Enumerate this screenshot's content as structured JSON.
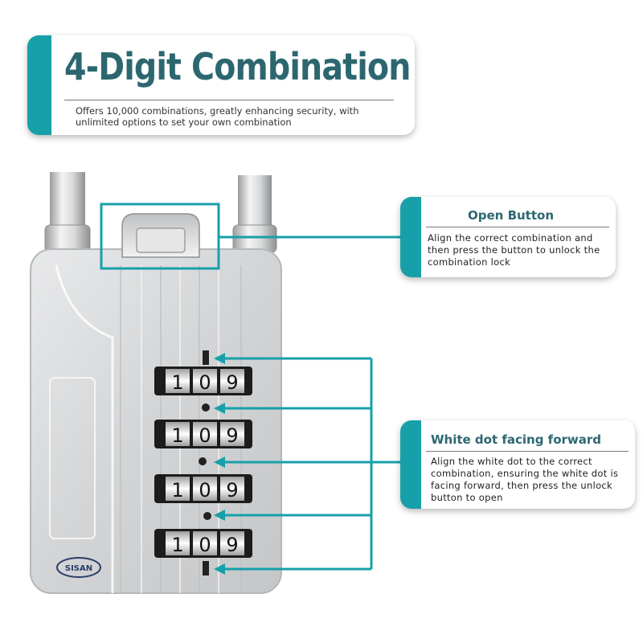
{
  "title_card": {
    "title": "4-Digit Combination",
    "subtitle": "Offers 10,000 combinations, greatly enhancing security, with unlimited options to set your own combination"
  },
  "open_button_card": {
    "heading": "Open Button",
    "body": "Align the correct combination and then press the button to unlock the combination lock"
  },
  "white_dot_card": {
    "heading": "White dot facing forward",
    "body": "Align the white dot to the correct combination, ensuring the white dot is facing forward, then press the unlock button to open"
  },
  "dials": [
    {
      "digits": [
        "1",
        "0",
        "9"
      ]
    },
    {
      "digits": [
        "1",
        "0",
        "9"
      ]
    },
    {
      "digits": [
        "1",
        "0",
        "9"
      ]
    },
    {
      "digits": [
        "1",
        "0",
        "9"
      ]
    }
  ],
  "brand_logo": "SISAN",
  "colors": {
    "accent": "#17a0a9",
    "heading": "#2c6770",
    "lock_body": "#d6d8da"
  }
}
